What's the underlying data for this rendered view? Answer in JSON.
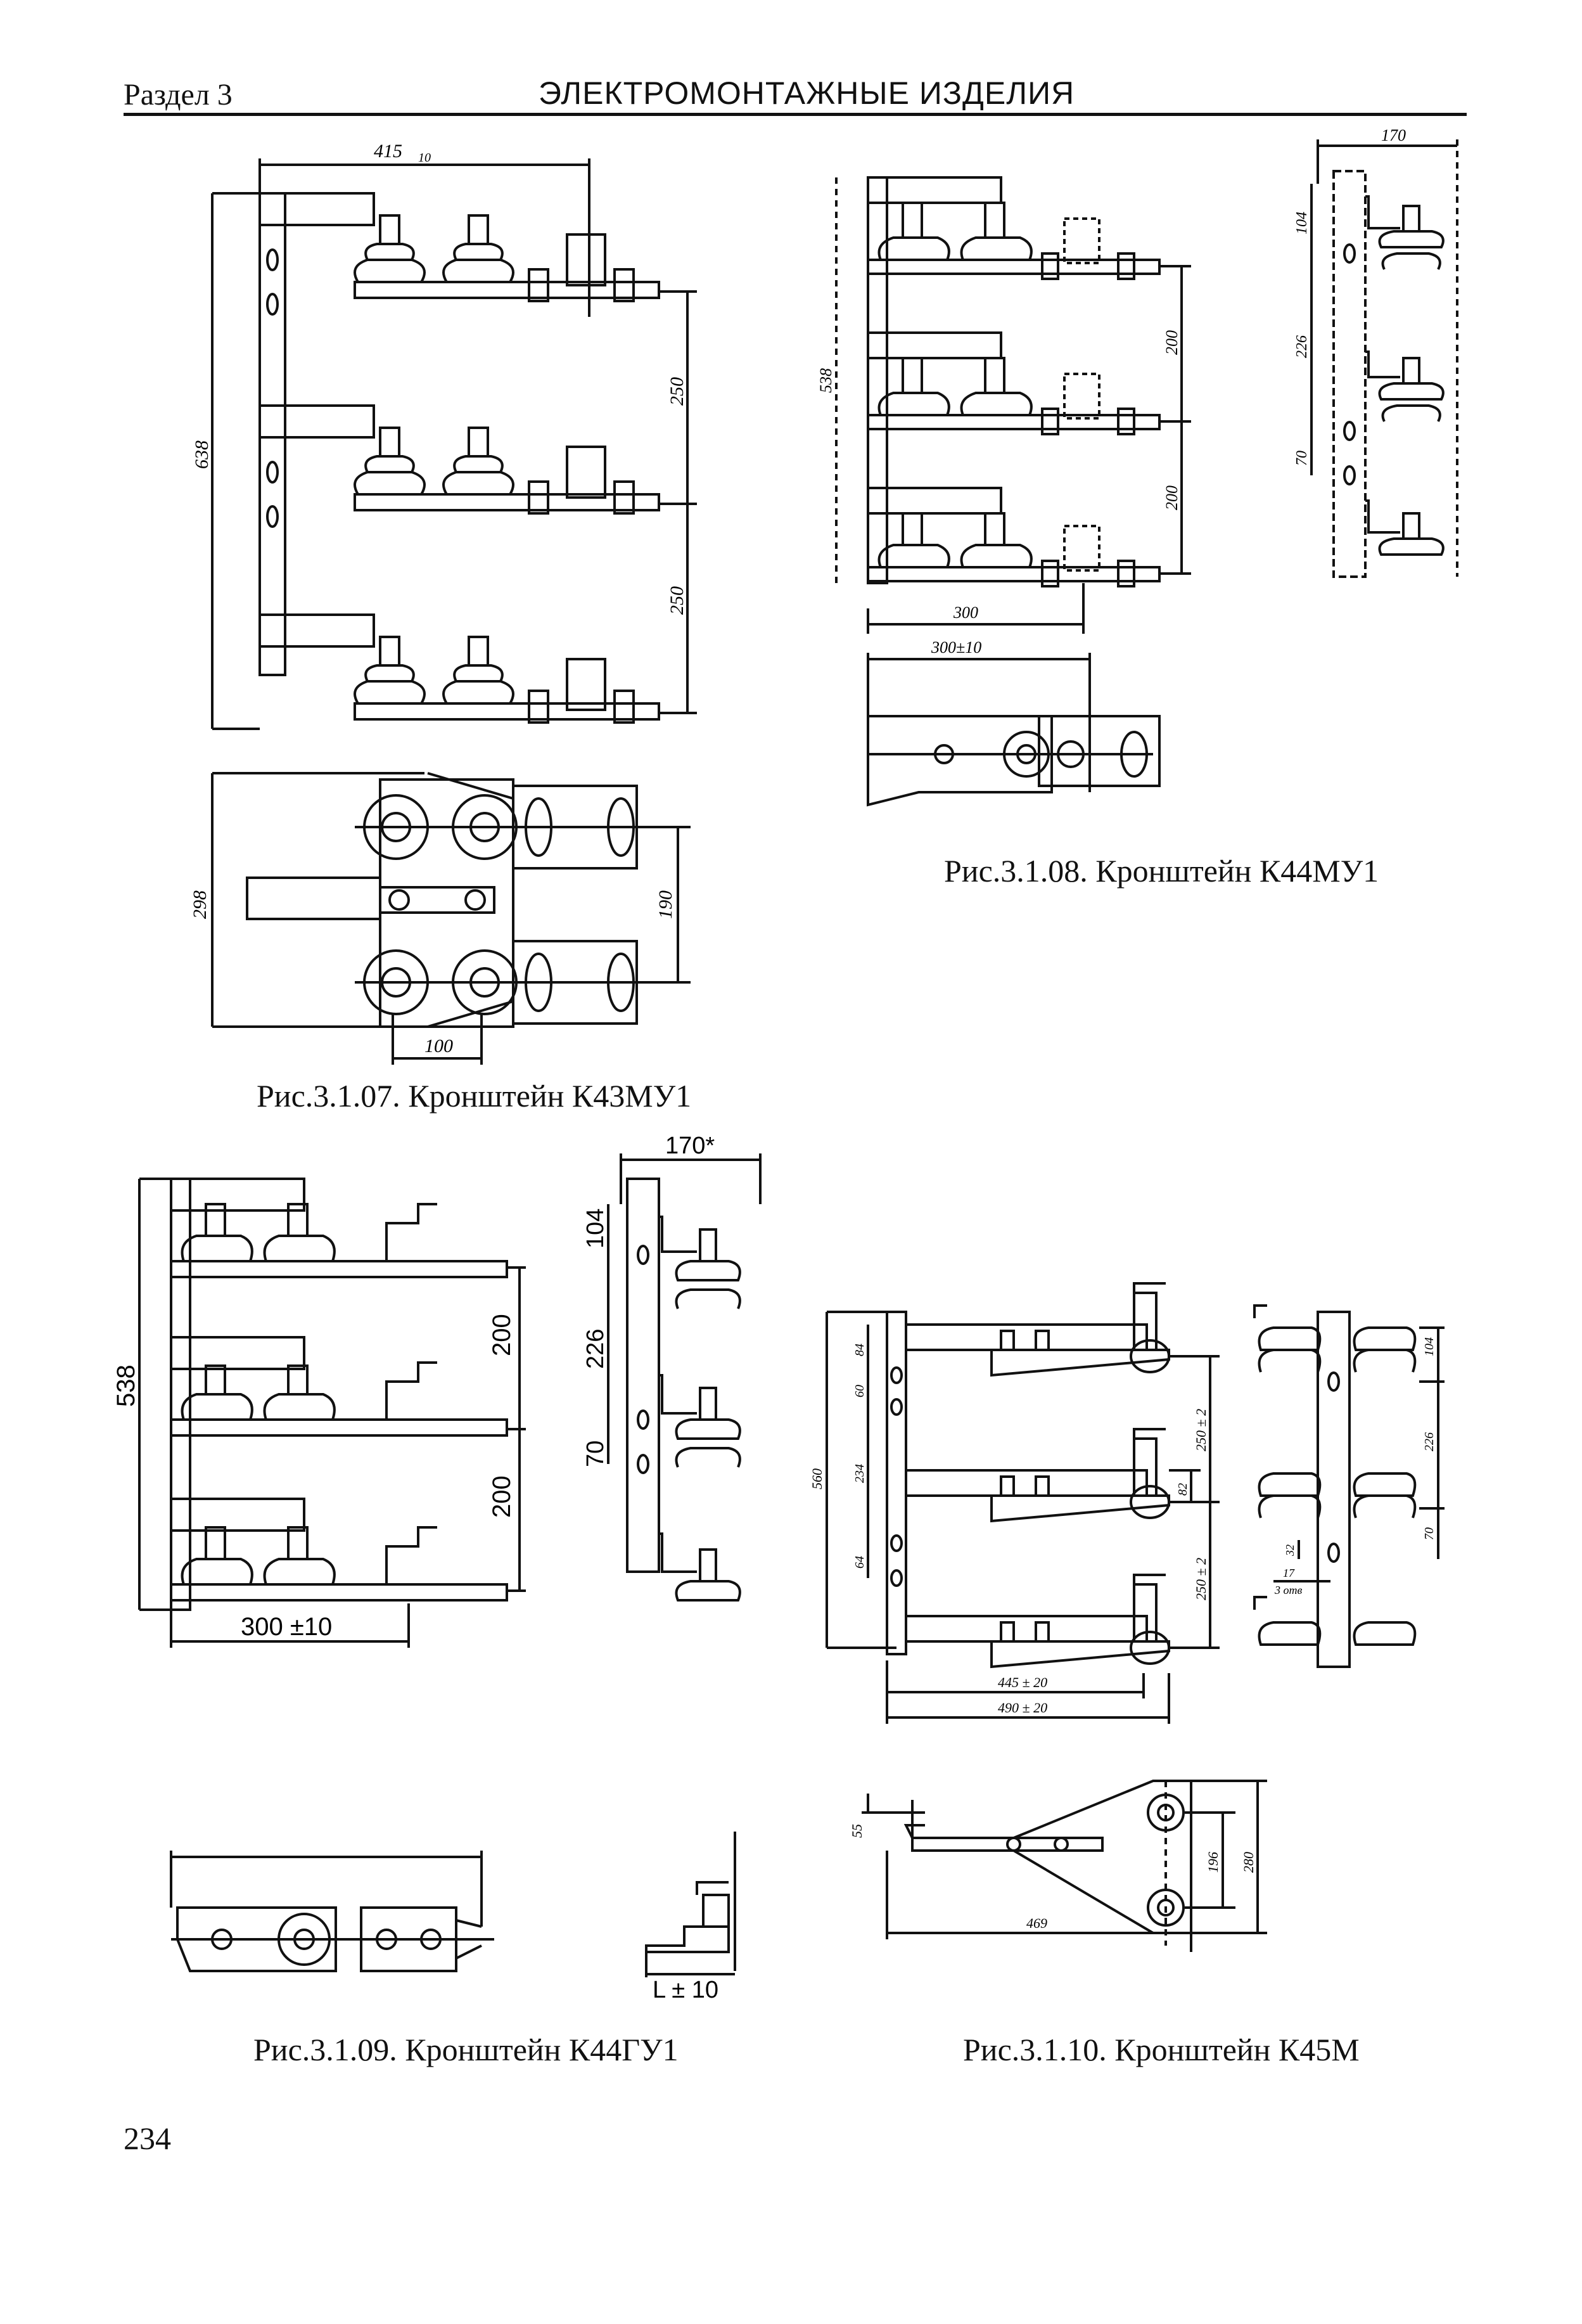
{
  "header": {
    "section": "Раздел 3",
    "title": "ЭЛЕКТРОМОНТАЖНЫЕ ИЗДЕЛИЯ"
  },
  "figures": [
    {
      "caption": "Рис.3.1.07. Кронштейн К43МУ1",
      "dimensions": {
        "width_top": "415",
        "width_tol": "10",
        "height": "638",
        "step1": "250",
        "step2": "250",
        "plan_height": "298",
        "plan_step": "190",
        "plan_width": "100"
      }
    },
    {
      "caption": "Рис.3.1.08. Кронштейн К44МУ1",
      "dimensions": {
        "height": "538",
        "step1": "200",
        "step2": "200",
        "width": "300",
        "plan_width": "300±10",
        "side_width": "170",
        "side_a": "104",
        "side_b": "226",
        "side_c": "70"
      }
    },
    {
      "caption": "Рис.3.1.09. Кронштейн К44ГУ1",
      "dimensions": {
        "height": "538",
        "step1": "200",
        "step2": "200",
        "width": "300 ±10",
        "side_width": "170*",
        "side_a": "104",
        "side_b": "226",
        "side_c": "70",
        "plan_len": "L ± 10"
      }
    },
    {
      "caption": "Рис.3.1.10. Кронштейн К45М",
      "dimensions": {
        "height": "560",
        "d84": "84",
        "d60": "60",
        "d234": "234",
        "d64": "64",
        "step1": "250 ± 2",
        "d82": "82",
        "step2": "250 ± 2",
        "w1": "445 ± 20",
        "w2": "490 ± 20",
        "side_a": "104",
        "side_b": "226",
        "side_c": "70",
        "d32": "32",
        "d17": "17",
        "holes": "3 отв",
        "plan_h1": "55",
        "plan_h2": "196",
        "plan_h3": "280",
        "plan_w": "469"
      }
    }
  ],
  "page_number": "234"
}
